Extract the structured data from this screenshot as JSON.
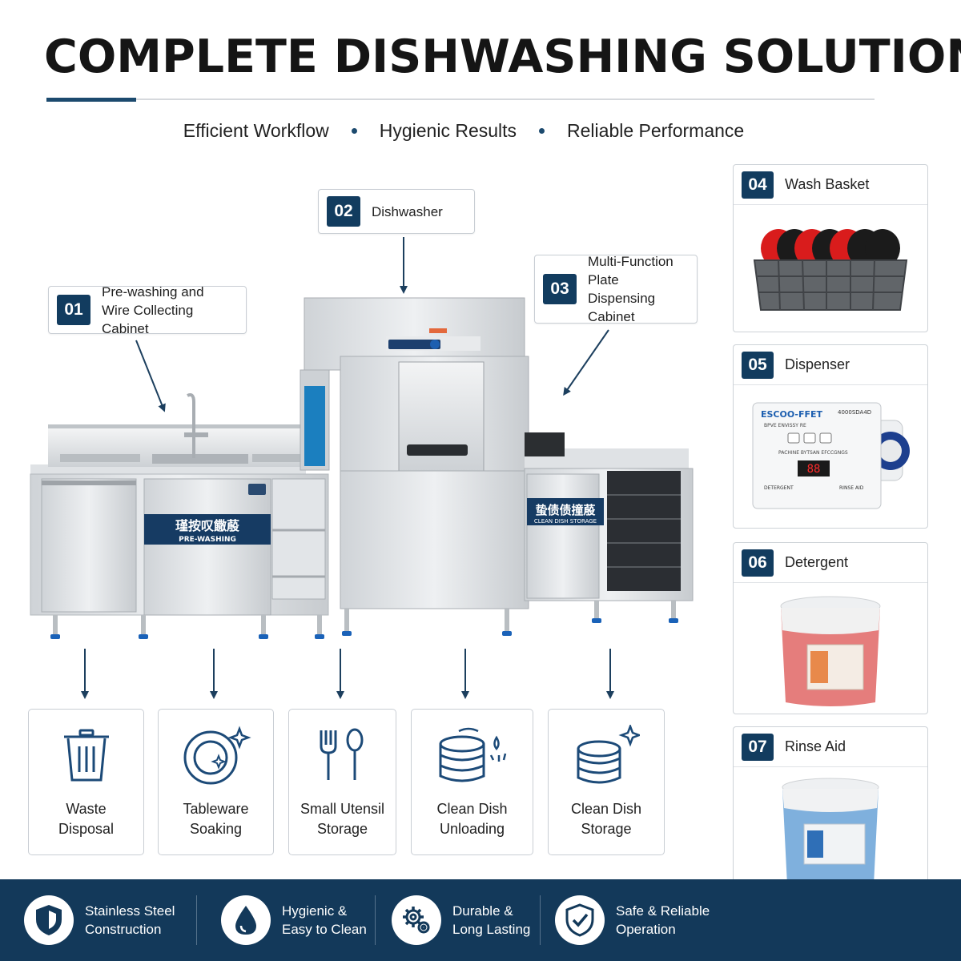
{
  "header": {
    "title": "COMPLETE DISHWASHING SOLUTION",
    "taglines": [
      "Efficient Workflow",
      "Hygienic Results",
      "Reliable Performance"
    ]
  },
  "callouts": [
    {
      "num": "01",
      "line1": "Pre-washing and",
      "line2": "Wire Collecting Cabinet"
    },
    {
      "num": "02",
      "line1": "Dishwasher"
    },
    {
      "num": "03",
      "line1": "Multi-Function",
      "line2": "Plate Dispensing",
      "line3": "Cabinet"
    }
  ],
  "machine_labels": {
    "prewash_cn": "瑾按叹饊蒑",
    "prewash_en": "PRE-WASHING",
    "storage_cn": "蛰债债撞蒑",
    "storage_en": "CLEAN DISH STORAGE"
  },
  "side_panel": [
    {
      "num": "04",
      "label": "Wash Basket"
    },
    {
      "num": "05",
      "label": "Dispenser",
      "device_brand": "ESCOO-FFET",
      "device_model": "4000SDA4D",
      "device_sub": "BPVE ENVISSY RE",
      "device_mid": "PACHINE BYTSAN EFCCGNGS",
      "device_display": "88",
      "device_left": "DETERGENT",
      "device_right": "RINSE AID"
    },
    {
      "num": "06",
      "label": "Detergent"
    },
    {
      "num": "07",
      "label": "Rinse Aid"
    }
  ],
  "features": [
    {
      "line1": "Waste",
      "line2": "Disposal",
      "icon": "trash-icon"
    },
    {
      "line1": "Tableware",
      "line2": "Soaking",
      "icon": "plate-sparkle-icon"
    },
    {
      "line1": "Small Utensil",
      "line2": "Storage",
      "icon": "fork-spoon-icon"
    },
    {
      "line1": "Clean Dish",
      "line2": "Unloading",
      "icon": "dish-stack-spray-icon"
    },
    {
      "line1": "Clean Dish",
      "line2": "Storage",
      "icon": "dish-stack-sparkle-icon"
    }
  ],
  "footer": [
    {
      "line1": "Stainless Steel",
      "line2": "Construction",
      "icon": "shield-icon"
    },
    {
      "line1": "Hygienic &",
      "line2": "Easy to Clean",
      "icon": "water-drop-icon"
    },
    {
      "line1": "Durable &",
      "line2": "Long Lasting",
      "icon": "gears-icon"
    },
    {
      "line1": "Safe & Reliable",
      "line2": "Operation",
      "icon": "shield-check-icon"
    }
  ],
  "colors": {
    "navy": "#123c5f",
    "footer_bg": "#13395a",
    "accent_blue": "#1a5fa8",
    "steel": "#d8dcdf"
  }
}
